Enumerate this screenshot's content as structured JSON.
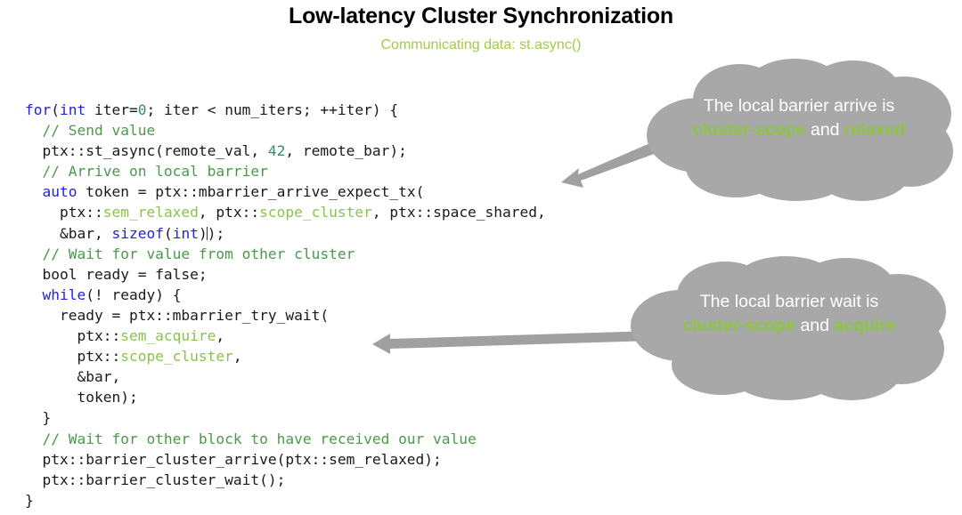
{
  "header": {
    "title": "Low-latency Cluster Synchronization",
    "subtitle": "Communicating data: st.async()"
  },
  "colors": {
    "accent_green": "#8cc63e",
    "subtitle_green": "#a3cb46",
    "cloud_gray": "#a8a8a8",
    "arrow_gray": "#a0a0a0",
    "keyword_blue": "#2222dd",
    "comment_green": "#4a9a4a",
    "literal_green": "#8bc34a",
    "code_text": "#1a1a1a",
    "background": "#ffffff"
  },
  "code": {
    "language": "cpp",
    "lines": [
      [
        {
          "t": "for",
          "c": "kw"
        },
        {
          "t": "(",
          "c": "pl"
        },
        {
          "t": "int",
          "c": "kw"
        },
        {
          "t": " iter=",
          "c": "pl"
        },
        {
          "t": "0",
          "c": "num"
        },
        {
          "t": "; iter < num_iters; ++iter) {",
          "c": "pl"
        }
      ],
      [
        {
          "t": "  // Send value",
          "c": "cm"
        }
      ],
      [
        {
          "t": "  ptx::st_async(remote_val, ",
          "c": "pl"
        },
        {
          "t": "42",
          "c": "num"
        },
        {
          "t": ", remote_bar);",
          "c": "pl"
        }
      ],
      [
        {
          "t": "  // Arrive on local barrier",
          "c": "cm"
        }
      ],
      [
        {
          "t": "  ",
          "c": "pl"
        },
        {
          "t": "auto",
          "c": "kw"
        },
        {
          "t": " token = ptx::mbarrier_arrive_expect_tx(",
          "c": "pl"
        }
      ],
      [
        {
          "t": "    ptx::",
          "c": "pl"
        },
        {
          "t": "sem_relaxed",
          "c": "lit"
        },
        {
          "t": ", ptx::",
          "c": "pl"
        },
        {
          "t": "scope_cluster",
          "c": "lit"
        },
        {
          "t": ", ptx::space_shared,",
          "c": "pl"
        }
      ],
      [
        {
          "t": "    &bar, ",
          "c": "pl"
        },
        {
          "t": "sizeof",
          "c": "kw"
        },
        {
          "t": "(",
          "c": "pl"
        },
        {
          "t": "int",
          "c": "kw"
        },
        {
          "t": ")",
          "c": "pl"
        },
        {
          "t": "|",
          "c": "caret"
        },
        {
          "t": ");",
          "c": "pl"
        }
      ],
      [
        {
          "t": "  // Wait for value from other cluster",
          "c": "cm"
        }
      ],
      [
        {
          "t": "  bool ready = false;",
          "c": "pl"
        }
      ],
      [
        {
          "t": "  ",
          "c": "pl"
        },
        {
          "t": "while",
          "c": "kw"
        },
        {
          "t": "(! ready) {",
          "c": "pl"
        }
      ],
      [
        {
          "t": "    ready = ptx::mbarrier_try_wait(",
          "c": "pl"
        }
      ],
      [
        {
          "t": "      ptx::",
          "c": "pl"
        },
        {
          "t": "sem_acquire",
          "c": "lit"
        },
        {
          "t": ",",
          "c": "pl"
        }
      ],
      [
        {
          "t": "      ptx::",
          "c": "pl"
        },
        {
          "t": "scope_cluster",
          "c": "lit"
        },
        {
          "t": ",",
          "c": "pl"
        }
      ],
      [
        {
          "t": "      &bar,",
          "c": "pl"
        }
      ],
      [
        {
          "t": "      token);",
          "c": "pl"
        }
      ],
      [
        {
          "t": "  }",
          "c": "pl"
        }
      ],
      [
        {
          "t": "  // Wait for other block to have received our value",
          "c": "cm"
        }
      ],
      [
        {
          "t": "  ptx::barrier_cluster_arrive(ptx::sem_relaxed);",
          "c": "pl"
        }
      ],
      [
        {
          "t": "  ptx::barrier_cluster_wait();",
          "c": "pl"
        }
      ],
      [
        {
          "t": "}",
          "c": "pl"
        }
      ]
    ]
  },
  "callouts": [
    {
      "id": "cloud-arrive",
      "segments": [
        {
          "t": "The local barrier arrive is ",
          "em": false
        },
        {
          "t": "cluster-scope",
          "em": true
        },
        {
          "t": " and ",
          "em": false
        },
        {
          "t": "relaxed",
          "em": true
        }
      ],
      "plain_text": "The local barrier arrive is cluster-scope and relaxed"
    },
    {
      "id": "cloud-wait",
      "segments": [
        {
          "t": "The local barrier wait is ",
          "em": false
        },
        {
          "t": "cluster-scope",
          "em": true
        },
        {
          "t": " and ",
          "em": false
        },
        {
          "t": "acquire",
          "em": true
        }
      ],
      "plain_text": "The local barrier wait is cluster-scope and acquire"
    }
  ]
}
